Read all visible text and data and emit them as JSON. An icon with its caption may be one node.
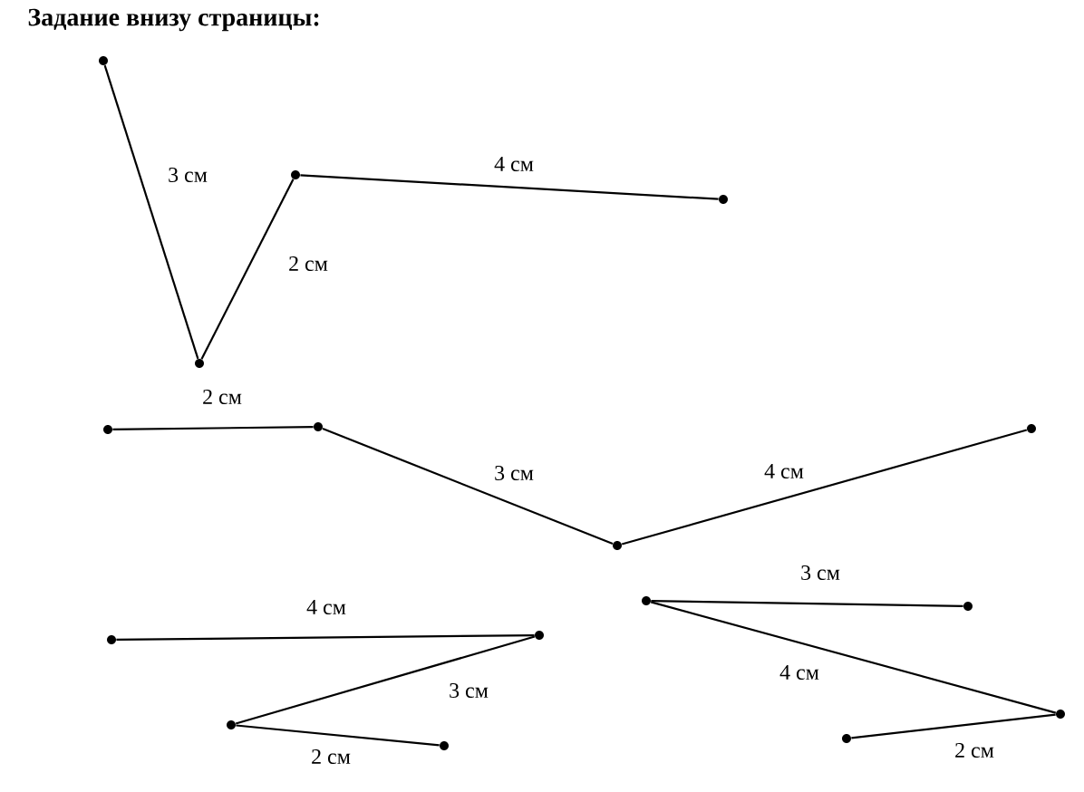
{
  "diagram": {
    "title": "Задание внизу страницы:",
    "nodes": [
      {
        "text": [],
        "shape": "dot"
      },
      {
        "text": [],
        "shape": "dot"
      },
      {
        "text": [],
        "shape": "dot"
      },
      {
        "text": [],
        "shape": "dot"
      },
      {
        "text": [],
        "shape": "dot"
      },
      {
        "text": [],
        "shape": "dot"
      },
      {
        "text": [],
        "shape": "dot"
      },
      {
        "text": [],
        "shape": "dot"
      },
      {
        "text": [],
        "shape": "dot"
      },
      {
        "text": [],
        "shape": "dot"
      },
      {
        "text": [],
        "shape": "dot"
      },
      {
        "text": [],
        "shape": "dot"
      },
      {
        "text": [],
        "shape": "dot"
      },
      {
        "text": [],
        "shape": "dot"
      },
      {
        "text": [],
        "shape": "dot"
      },
      {
        "text": [],
        "shape": "dot"
      }
    ],
    "edges": [
      {
        "from": 0,
        "to": 1,
        "arrow": "none",
        "label": "3 см"
      },
      {
        "from": 1,
        "to": 2,
        "arrow": "none",
        "label": "2 см"
      },
      {
        "from": 2,
        "to": 3,
        "arrow": "none",
        "label": "4 см"
      },
      {
        "from": 4,
        "to": 5,
        "arrow": "none",
        "label": "2 см"
      },
      {
        "from": 5,
        "to": 6,
        "arrow": "none",
        "label": "3 см"
      },
      {
        "from": 6,
        "to": 7,
        "arrow": "none",
        "label": "4 см"
      },
      {
        "from": 8,
        "to": 9,
        "arrow": "none",
        "label": "4 см"
      },
      {
        "from": 9,
        "to": 10,
        "arrow": "none",
        "label": "3 см"
      },
      {
        "from": 10,
        "to": 11,
        "arrow": "none",
        "label": "2 см"
      },
      {
        "from": 12,
        "to": 13,
        "arrow": "none",
        "label": "3 см"
      },
      {
        "from": 13,
        "to": 14,
        "arrow": "none",
        "label": "4 см"
      },
      {
        "from": 14,
        "to": 15,
        "arrow": "none",
        "label": "2 см"
      }
    ]
  }
}
